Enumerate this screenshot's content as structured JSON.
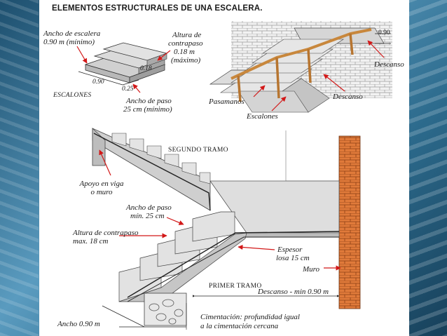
{
  "title": "ELEMENTOS ESTRUCTURALES DE UNA ESCALERA.",
  "steps_diagram": {
    "width_label_1": "Ancho de escalera",
    "width_label_2": "0.90  m (mínimo)",
    "riser_label_1": "Altura de",
    "riser_label_2": "contrapaso",
    "riser_label_3": "0.18   m",
    "riser_label_4": "(máximo)",
    "riser_dim": "0.18",
    "depth_dim": "0.90",
    "tread_dim": "0.25",
    "caption": "ESCALONES",
    "tread_label_1": "Ancho de paso",
    "tread_label_2": "25 cm (mínimo)"
  },
  "stair_3d": {
    "height_dim": "0.90",
    "landing_top": "Descanso",
    "landing_mid": "Descanso",
    "handrail": "Pasamanos",
    "steps": "Escalones"
  },
  "section": {
    "second_flight": "SEGUNDO TRAMO",
    "support_1": "Apoyo en viga",
    "support_2": "o muro",
    "tread_1": "Ancho de paso",
    "tread_2": "mín. 25 cm",
    "riser_1": "Altura de contrapaso",
    "riser_2": "max. 18 cm",
    "slab_1": "Espesor",
    "slab_2": "losa 15 cm",
    "wall": "Muro",
    "first_flight": "PRIMER TRAMO",
    "landing": "Descanso - min 0.90 m",
    "width": "Ancho 0.90 m",
    "foundation_1": "Cimentación: profundidad igual",
    "foundation_2": "a la cimentación cercana"
  }
}
